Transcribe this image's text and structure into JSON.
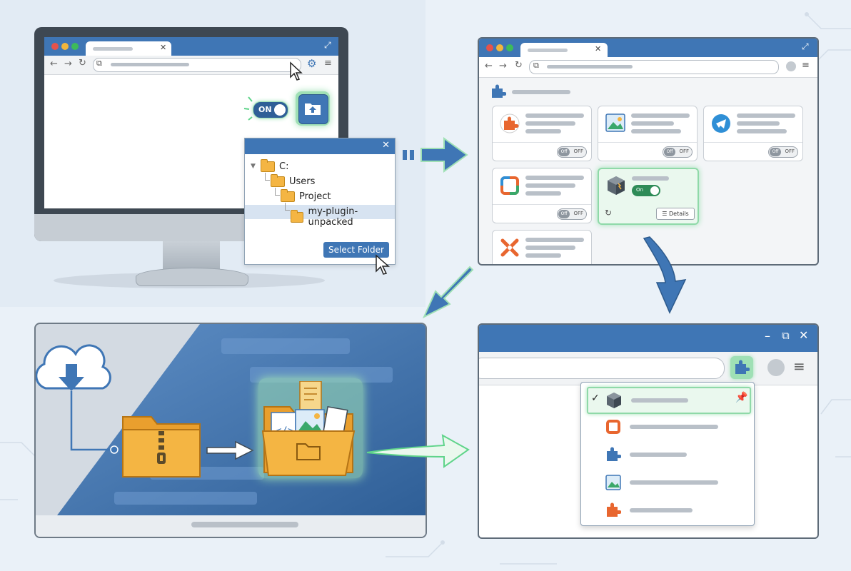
{
  "colors": {
    "accent_blue": "#3f76b5",
    "toggle_blue": "#2f5f97",
    "toggle_green": "#2e8b57",
    "folder_orange": "#f4b543",
    "highlight_green": "#9fe0b5"
  },
  "panel1": {
    "toggle_label": "ON",
    "dialog": {
      "tree": [
        "C:",
        "Users",
        "Project",
        "my-plugin-unpacked"
      ],
      "select_button": "Select Folder"
    }
  },
  "panel2": {
    "cards": [
      {
        "icon": "puzzle-orange-icon",
        "toggle": "OFF",
        "toggle_knob": "Off"
      },
      {
        "icon": "image-icon",
        "toggle": "OFF",
        "toggle_knob": "Off"
      },
      {
        "icon": "telegram-icon",
        "toggle": "OFF",
        "toggle_knob": "Off"
      },
      {
        "icon": "office-icon",
        "toggle": "OFF",
        "toggle_knob": "Off"
      },
      {
        "icon": "cube-icon",
        "toggle_knob": "On",
        "details": "Details"
      },
      {
        "icon": "x-tools-icon"
      }
    ]
  },
  "panel4": {
    "menu_items": [
      "cube-icon",
      "office-icon",
      "puzzle-blue-icon",
      "image-icon",
      "puzzle-orange-icon"
    ]
  }
}
